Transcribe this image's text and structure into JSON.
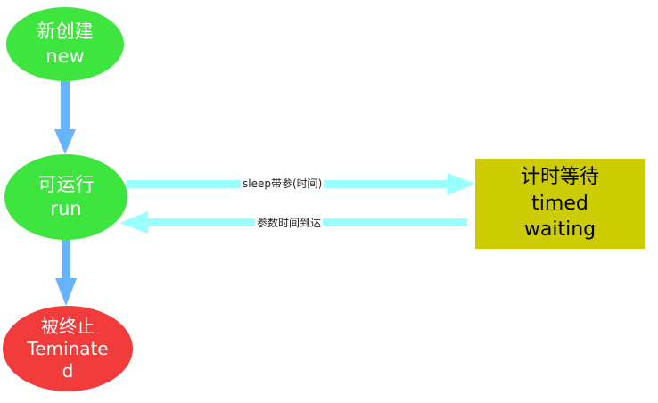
{
  "nodes": {
    "new": {
      "line1": "新创建",
      "line2": "new"
    },
    "run": {
      "line1": "可运行",
      "line2": "run"
    },
    "terminated": {
      "line1": "被终止",
      "line2": "Teminate",
      "line3": "d"
    },
    "timed_waiting": {
      "line1": "计时等待",
      "line2": "timed",
      "line3": "waiting"
    }
  },
  "edges": {
    "sleep": {
      "label": "sleep带参(时间)"
    },
    "timeout": {
      "label": "参数时间到达"
    }
  },
  "colors": {
    "state_active": "#3fe53f",
    "state_terminated": "#f23b3b",
    "state_timed_waiting": "#cccc00",
    "arrow_vertical": "#66b3ff",
    "arrow_horizontal": "#99ffff"
  }
}
